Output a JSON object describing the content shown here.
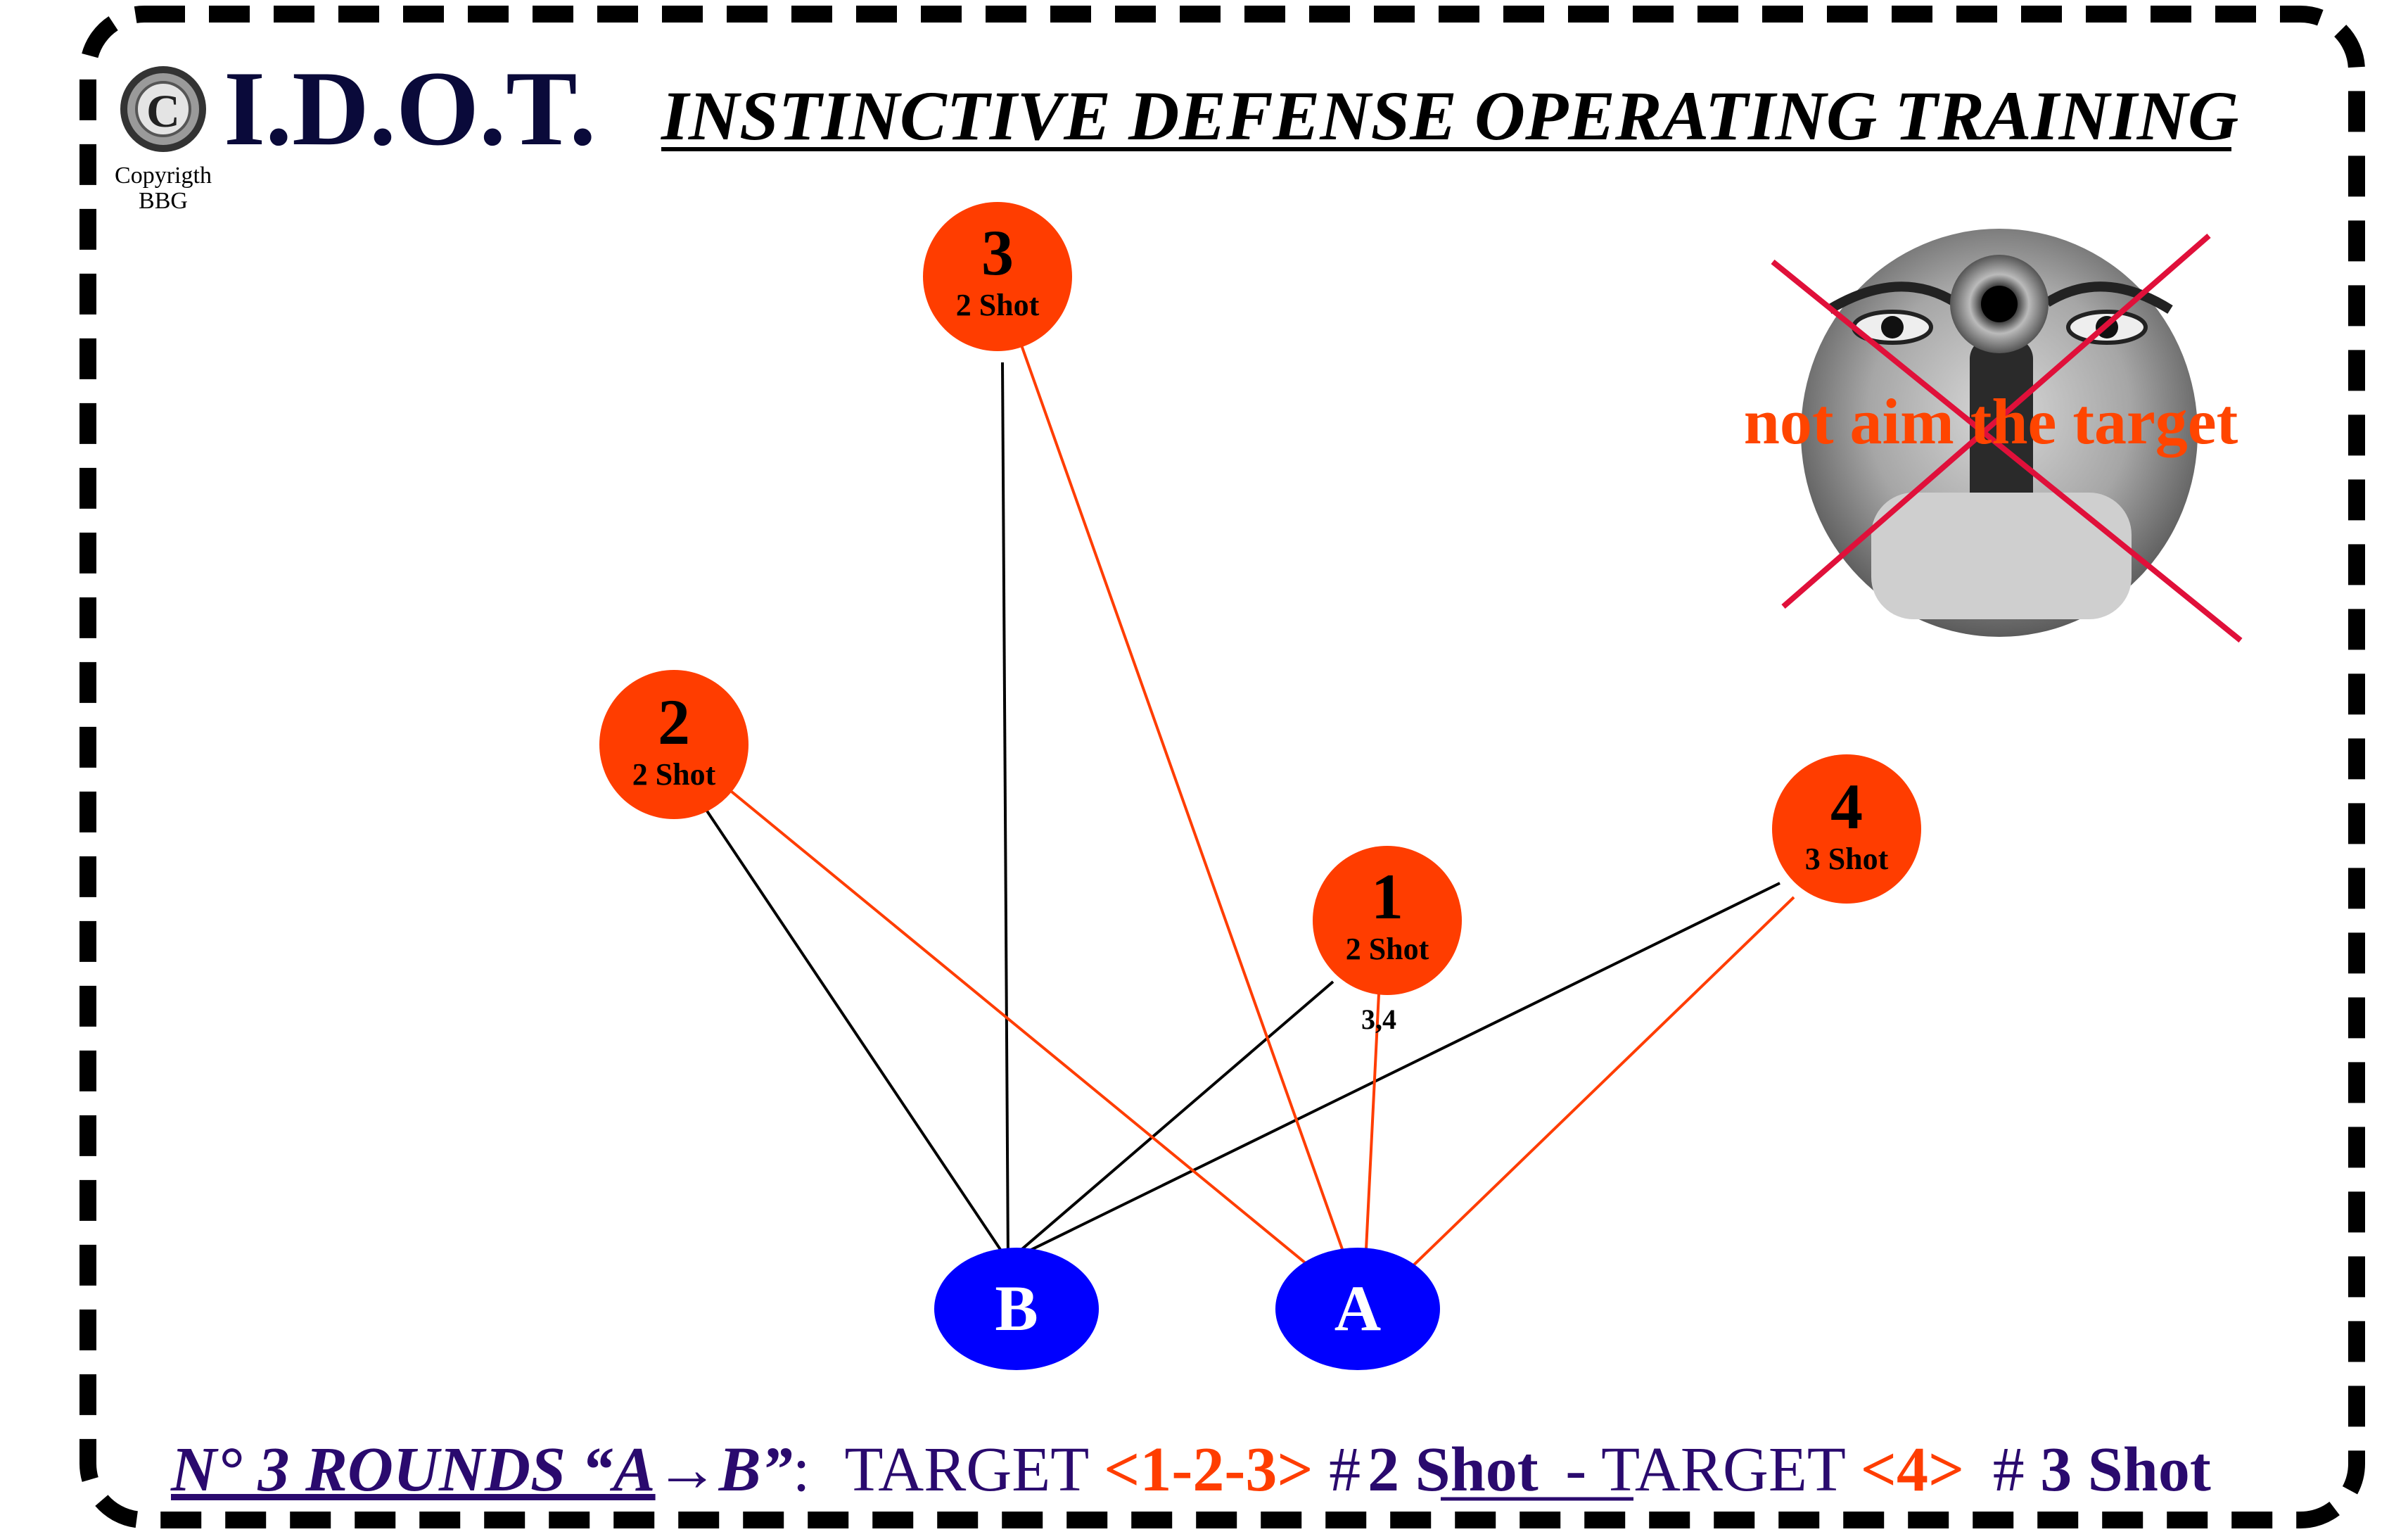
{
  "header": {
    "copyright_symbol": "C",
    "logo": "I.D.O.T.",
    "copyright_line1": "Copyrigth",
    "copyright_line2": "BBG",
    "title": "INSTINCTIVE DEFENSE OPERATING TRAINING"
  },
  "targets": [
    {
      "id": "t1",
      "number": "1",
      "shots": "2 Shot"
    },
    {
      "id": "t2",
      "number": "2",
      "shots": "2 Shot"
    },
    {
      "id": "t3",
      "number": "3",
      "shots": "2 Shot"
    },
    {
      "id": "t4",
      "number": "4",
      "shots": "3 Shot"
    }
  ],
  "positions": {
    "a": "A",
    "b": "B"
  },
  "annotation": "3,4",
  "warning": {
    "text": "not aim the target"
  },
  "footer": {
    "rounds": "N° 3 ROUNDS  “A",
    "arrow": "→",
    "rounds_b": "B”",
    "colon": ":",
    "target1_label": "TARGET",
    "target1_range": "<1-2-3>",
    "hash1": "#",
    "shots1": "2 Shot",
    "dash": "-",
    "target2_label": "TARGET",
    "target2_range": "<4>",
    "hash2": "#",
    "shots2": "3 Shot"
  },
  "colors": {
    "target_fill": "#ff3d00",
    "position_fill": "#0000ff",
    "line_red": "#ff3d00",
    "line_black": "#000000",
    "title_navy": "#0a0a3a",
    "footer_purple": "#2a0a6e",
    "cross": "#e0103a",
    "warning_text": "#ff4500"
  }
}
